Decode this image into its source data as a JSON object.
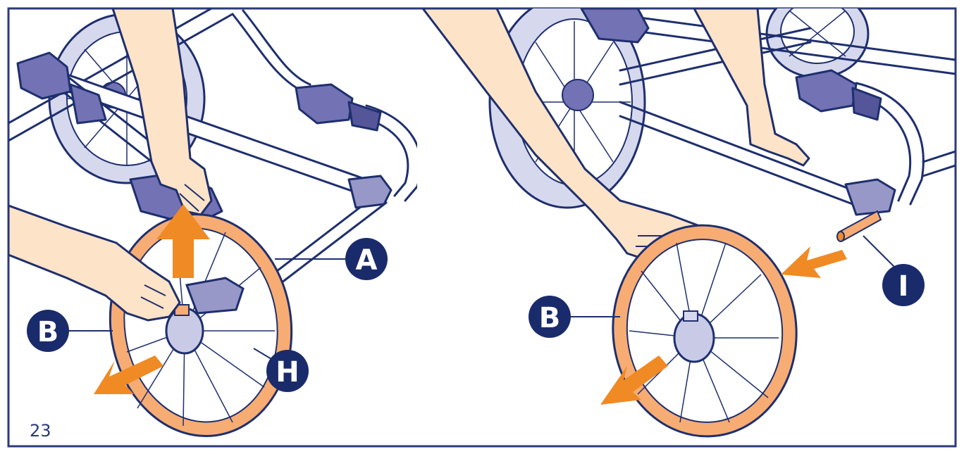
{
  "page": {
    "number": "23"
  },
  "colors": {
    "outline": "#1e2f6e",
    "frame_part": "#7272b4",
    "frame_part_dark": "#55559a",
    "tyre_highlight": "#f7ac73",
    "tyre_plain": "#d6d8ee",
    "arrow": "#f08a24",
    "skin": "#fde3c8",
    "callout_bg": "#1a2b6b",
    "border": "#2b3a7a"
  },
  "callouts": {
    "left_a": "A",
    "left_b": "B",
    "left_h": "H",
    "right_b": "B",
    "right_i": "I"
  },
  "icons": {
    "arrow_up": "arrow-up-icon",
    "arrow_out": "arrow-down-left-icon",
    "arrow_in": "arrow-left-icon"
  }
}
